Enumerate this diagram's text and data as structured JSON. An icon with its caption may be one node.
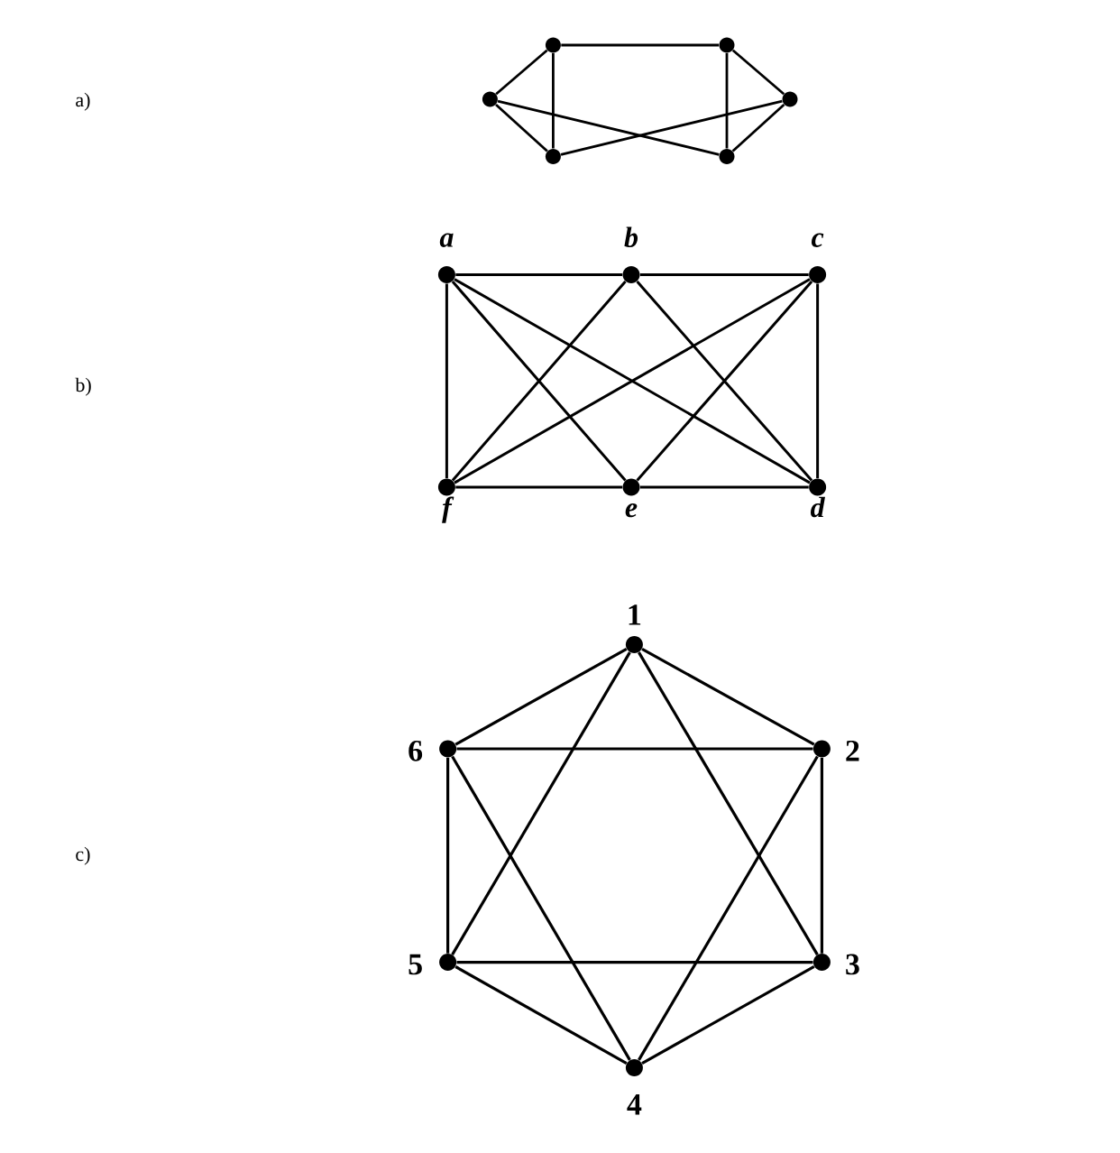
{
  "diagram": {
    "nodes": [
      {
        "text": [],
        "shape": "circle"
      },
      {
        "text": [],
        "shape": "circle"
      },
      {
        "text": [],
        "shape": "circle"
      },
      {
        "text": [],
        "shape": "circle"
      },
      {
        "text": [],
        "shape": "circle"
      },
      {
        "text": [],
        "shape": "circle"
      },
      {
        "text": [
          "a"
        ]
      },
      {
        "text": [
          "b"
        ]
      },
      {
        "text": [
          "c"
        ]
      },
      {
        "text": [
          "f"
        ]
      },
      {
        "text": [
          "e"
        ]
      },
      {
        "text": [
          "d"
        ]
      },
      {
        "text": [
          "1"
        ]
      },
      {
        "text": [
          "6"
        ]
      },
      {
        "text": [
          "2"
        ]
      },
      {
        "text": [
          "5"
        ]
      },
      {
        "text": [
          "3"
        ]
      },
      {
        "text": [
          "4"
        ]
      }
    ],
    "edges": [
      {
        "from": 0,
        "to": 1,
        "arrow": "none"
      },
      {
        "from": 0,
        "to": 2,
        "arrow": "none"
      },
      {
        "from": 0,
        "to": 4,
        "arrow": "none"
      },
      {
        "from": 1,
        "to": 3,
        "arrow": "none"
      },
      {
        "from": 1,
        "to": 5,
        "arrow": "none"
      },
      {
        "from": 2,
        "to": 4,
        "arrow": "none"
      },
      {
        "from": 2,
        "to": 5,
        "arrow": "none"
      },
      {
        "from": 3,
        "to": 4,
        "arrow": "none"
      },
      {
        "from": 3,
        "to": 5,
        "arrow": "none"
      },
      {
        "from": 6,
        "to": 7,
        "arrow": "none"
      },
      {
        "from": 7,
        "to": 8,
        "arrow": "none"
      },
      {
        "from": 6,
        "to": 9,
        "arrow": "none"
      },
      {
        "from": 8,
        "to": 11,
        "arrow": "none"
      },
      {
        "from": 9,
        "to": 10,
        "arrow": "none"
      },
      {
        "from": 10,
        "to": 11,
        "arrow": "none"
      },
      {
        "from": 6,
        "to": 10,
        "arrow": "none"
      },
      {
        "from": 6,
        "to": 11,
        "arrow": "none"
      },
      {
        "from": 7,
        "to": 9,
        "arrow": "none"
      },
      {
        "from": 7,
        "to": 11,
        "arrow": "none"
      },
      {
        "from": 8,
        "to": 9,
        "arrow": "none"
      },
      {
        "from": 8,
        "to": 10,
        "arrow": "none"
      },
      {
        "from": 12,
        "to": 13,
        "arrow": "none"
      },
      {
        "from": 12,
        "to": 14,
        "arrow": "none"
      },
      {
        "from": 12,
        "to": 15,
        "arrow": "none"
      },
      {
        "from": 12,
        "to": 16,
        "arrow": "none"
      },
      {
        "from": 13,
        "to": 14,
        "arrow": "none"
      },
      {
        "from": 13,
        "to": 15,
        "arrow": "none"
      },
      {
        "from": 13,
        "to": 17,
        "arrow": "none"
      },
      {
        "from": 14,
        "to": 16,
        "arrow": "none"
      },
      {
        "from": 14,
        "to": 17,
        "arrow": "none"
      },
      {
        "from": 15,
        "to": 16,
        "arrow": "none"
      },
      {
        "from": 15,
        "to": 17,
        "arrow": "none"
      },
      {
        "from": 16,
        "to": 17,
        "arrow": "none"
      }
    ],
    "labels": [
      "a)",
      "b)",
      "c)"
    ]
  }
}
